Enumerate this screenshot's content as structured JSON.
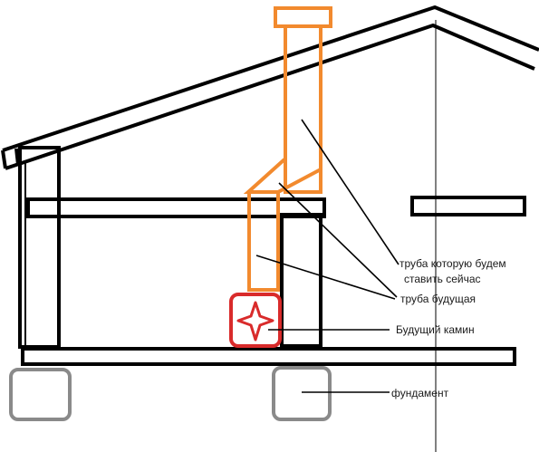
{
  "labels": {
    "pipe_now_line1": "труба которую будем",
    "pipe_now_line2": "ставить сейчас",
    "pipe_future": "труба будущая",
    "fireplace": "Будущий камин",
    "foundation": "фундамент"
  },
  "colors": {
    "outline": "#000000",
    "pipe": "#f28a2e",
    "fireplace": "#d92b2b",
    "foundation": "#8a8a8a",
    "background": "#ffffff"
  },
  "icons": {
    "fireplace_symbol": "four-point-star-icon"
  }
}
